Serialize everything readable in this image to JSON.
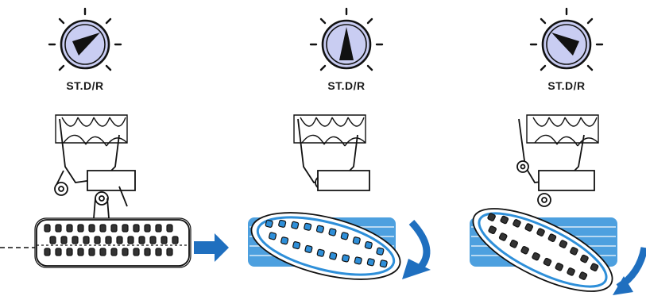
{
  "knobs": [
    {
      "label": "ST.D/R",
      "pointer": "right",
      "icon": "knob-dial-icon"
    },
    {
      "label": "ST.D/R",
      "pointer": "up",
      "icon": "knob-dial-icon"
    },
    {
      "label": "ST.D/R",
      "pointer": "left",
      "icon": "knob-dial-icon"
    }
  ],
  "colors": {
    "knob_face": "#c9cdf2",
    "outline": "#111111",
    "highlight_blue": "#2e8fd9",
    "arrow_blue": "#1f6fbf"
  },
  "panels": [
    {
      "name": "wheel-straight",
      "icon": "wheel-straight-icon"
    },
    {
      "name": "wheel-turned-medium",
      "icon": "wheel-turned-icon"
    },
    {
      "name": "wheel-turned-full",
      "icon": "wheel-turned-icon"
    }
  ]
}
